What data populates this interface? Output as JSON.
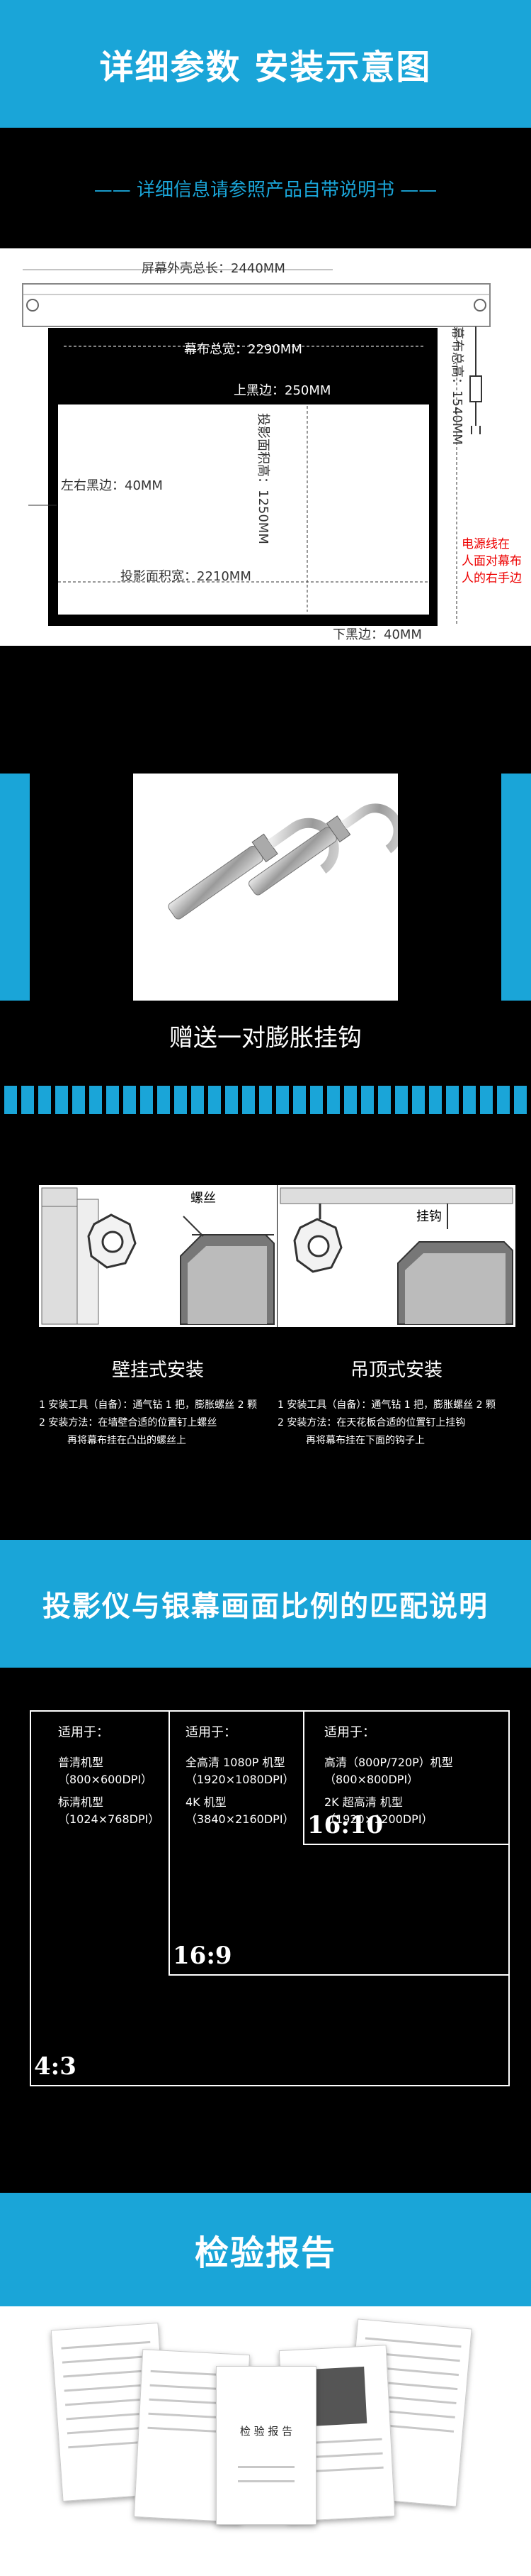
{
  "section1": {
    "title": "详细参数 安装示意图",
    "subcaption": "—— 详细信息请参照产品自带说明书 ——"
  },
  "diagram": {
    "shell_length": "屏幕外壳总长：2440MM",
    "screen_width": "幕布总宽：2290MM",
    "top_black": "上黑边：250MM",
    "side_black": "左右黑边：40MM",
    "proj_height": "投影面积高：1250MM",
    "screen_height": "幕布总高：1540MM",
    "proj_width": "投影面积宽：2210MM",
    "bottom_black": "下黑边：40MM",
    "power_note_1": "电源线在",
    "power_note_2": "人面对幕布",
    "power_note_3": "人的右手边"
  },
  "hooks": {
    "caption": "赠送一对膨胀挂钩"
  },
  "install": {
    "wall": {
      "title": "壁挂式安装",
      "label": "螺丝",
      "lines": [
        "1  安装工具（自备）：通气钻 1 把，膨胀螺丝 2 颗",
        "2  安装方法：在墙壁合适的位置钉上螺丝",
        "         再将幕布挂在凸出的螺丝上"
      ]
    },
    "ceiling": {
      "title": "吊顶式安装",
      "label": "挂钩",
      "lines": [
        "1  安装工具（自备）：通气钻 1 把，膨胀螺丝 2 颗",
        "2  安装方法：在天花板合适的位置钉上挂钩",
        "         再将幕布挂在下面的钩子上"
      ]
    }
  },
  "ratio": {
    "title": "投影仪与银幕画面比例的匹配说明",
    "r43": {
      "label": "4:3",
      "heading": "适用于：",
      "l1": "普清机型",
      "l2": "（800×600DPI）",
      "l3": "标清机型",
      "l4": "（1024×768DPI）"
    },
    "r169": {
      "label": "16:9",
      "heading": "适用于：",
      "l1": "全高清 1080P 机型",
      "l2": "（1920×1080DPI）",
      "l3": "4K 机型",
      "l4": "（3840×2160DPI）"
    },
    "r1610": {
      "label": "16:10",
      "heading": "适用于：",
      "l1": "高清（800P/720P）机型",
      "l2": "（800×800DPI）",
      "l3": "2K 超高清 机型",
      "l4": "（1920×1200DPI）"
    }
  },
  "report": {
    "title": "检验报告",
    "doc_heading": "检 验 报 告"
  },
  "colors": {
    "accent": "#1AA5D8",
    "background": "#000000"
  }
}
